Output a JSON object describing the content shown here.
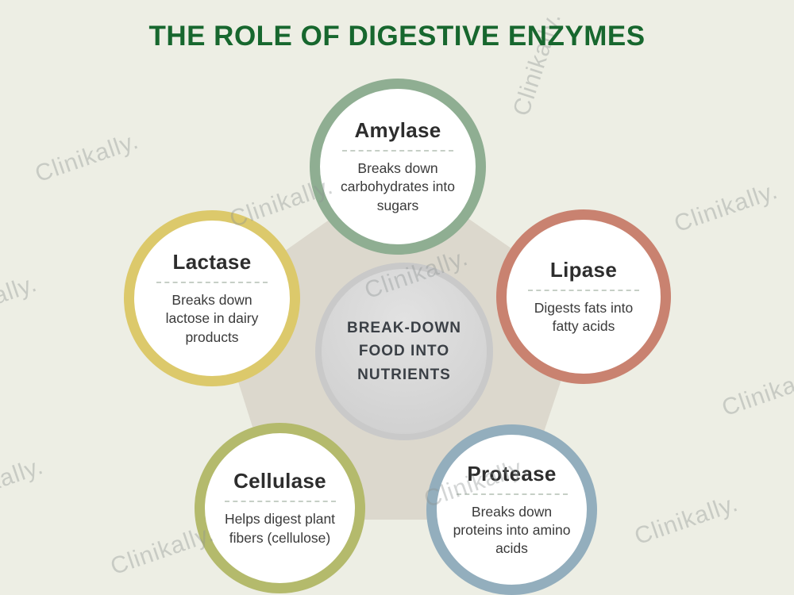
{
  "page": {
    "title": "THE ROLE OF DIGESTIVE ENZYMES"
  },
  "center": {
    "label": "BREAK-DOWN FOOD INTO NUTRIENTS"
  },
  "enzymes": [
    {
      "name": "Amylase",
      "description": "Breaks down carbohydrates into sugars",
      "color": "#8fae92"
    },
    {
      "name": "Lactase",
      "description": "Breaks down lactose in dairy products",
      "color": "#dcc96b"
    },
    {
      "name": "Lipase",
      "description": "Digests fats into fatty acids",
      "color": "#c98270"
    },
    {
      "name": "Cellulase",
      "description": "Helps digest plant fibers (cellulose)",
      "color": "#b4ba6c"
    },
    {
      "name": "Protease",
      "description": "Breaks down proteins into amino acids",
      "color": "#93aebd"
    }
  ],
  "watermark": {
    "text": "Clinikally."
  },
  "colors": {
    "background": "#edeee4",
    "title": "#17672e",
    "pentagon": "#dcd8cd",
    "center_fill": "#d9d9d9"
  }
}
